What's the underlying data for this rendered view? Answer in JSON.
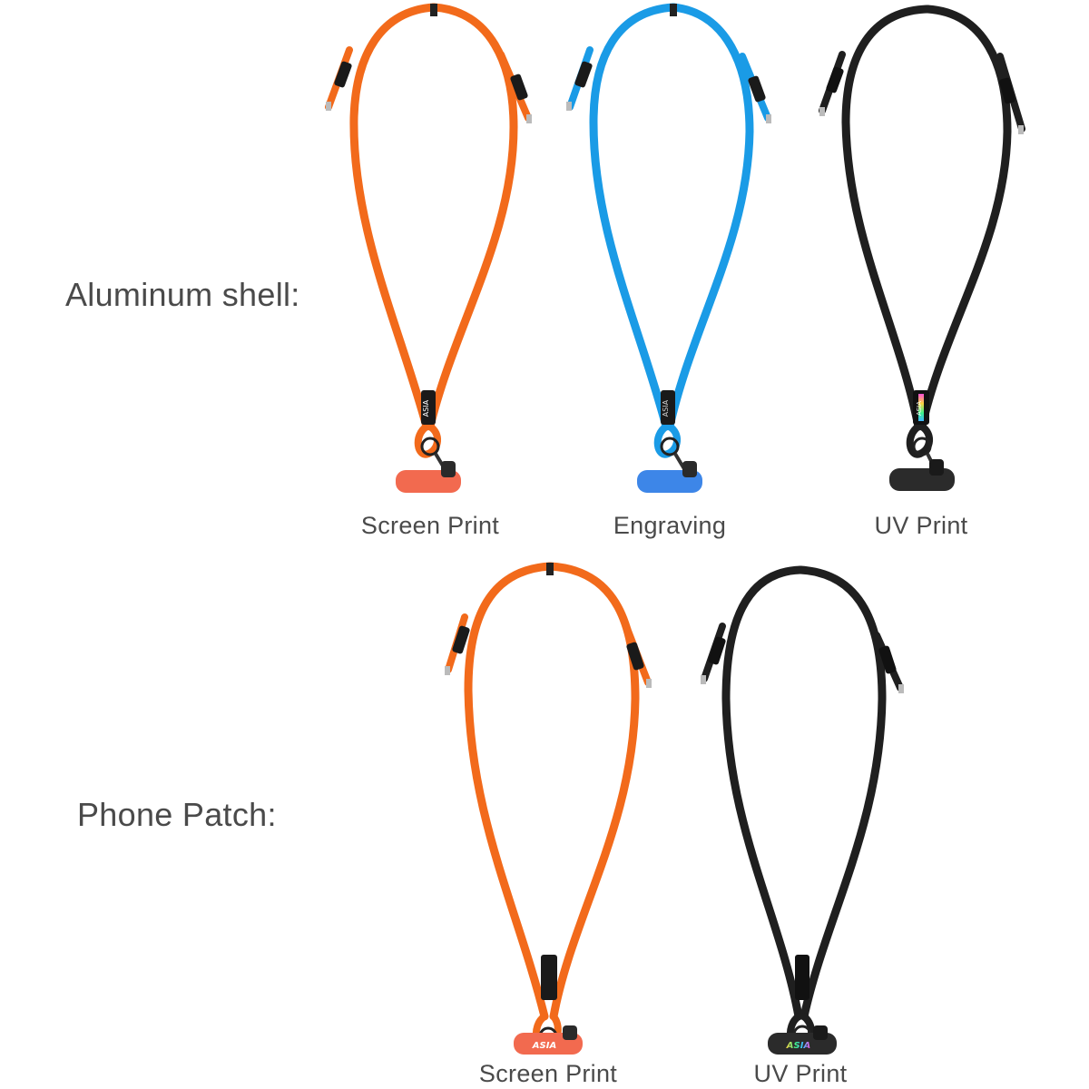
{
  "rows": [
    {
      "label": "Aluminum shell:",
      "items": [
        {
          "caption": "Screen Print",
          "cord_color": "#f26a1b",
          "patch_color": "#f26a4f",
          "badge_text": "ASIA",
          "badge_style": "screen-print"
        },
        {
          "caption": "Engraving",
          "cord_color": "#1a9be6",
          "patch_color": "#3d86e8",
          "badge_text": "ASIA",
          "badge_style": "engraving"
        },
        {
          "caption": "UV Print",
          "cord_color": "#1f1f1f",
          "patch_color": "#2b2b2b",
          "badge_text": "ASIA",
          "badge_style": "uv-print"
        }
      ]
    },
    {
      "label": "Phone Patch:",
      "items": [
        {
          "caption": "Screen Print",
          "cord_color": "#f26a1b",
          "patch_color": "#f26a4f",
          "badge_text": "ASIA",
          "badge_style": "screen-print"
        },
        {
          "caption": "UV Print",
          "cord_color": "#1f1f1f",
          "patch_color": "#2b2b2b",
          "badge_text": "ASIA",
          "badge_style": "uv-print"
        }
      ]
    }
  ]
}
